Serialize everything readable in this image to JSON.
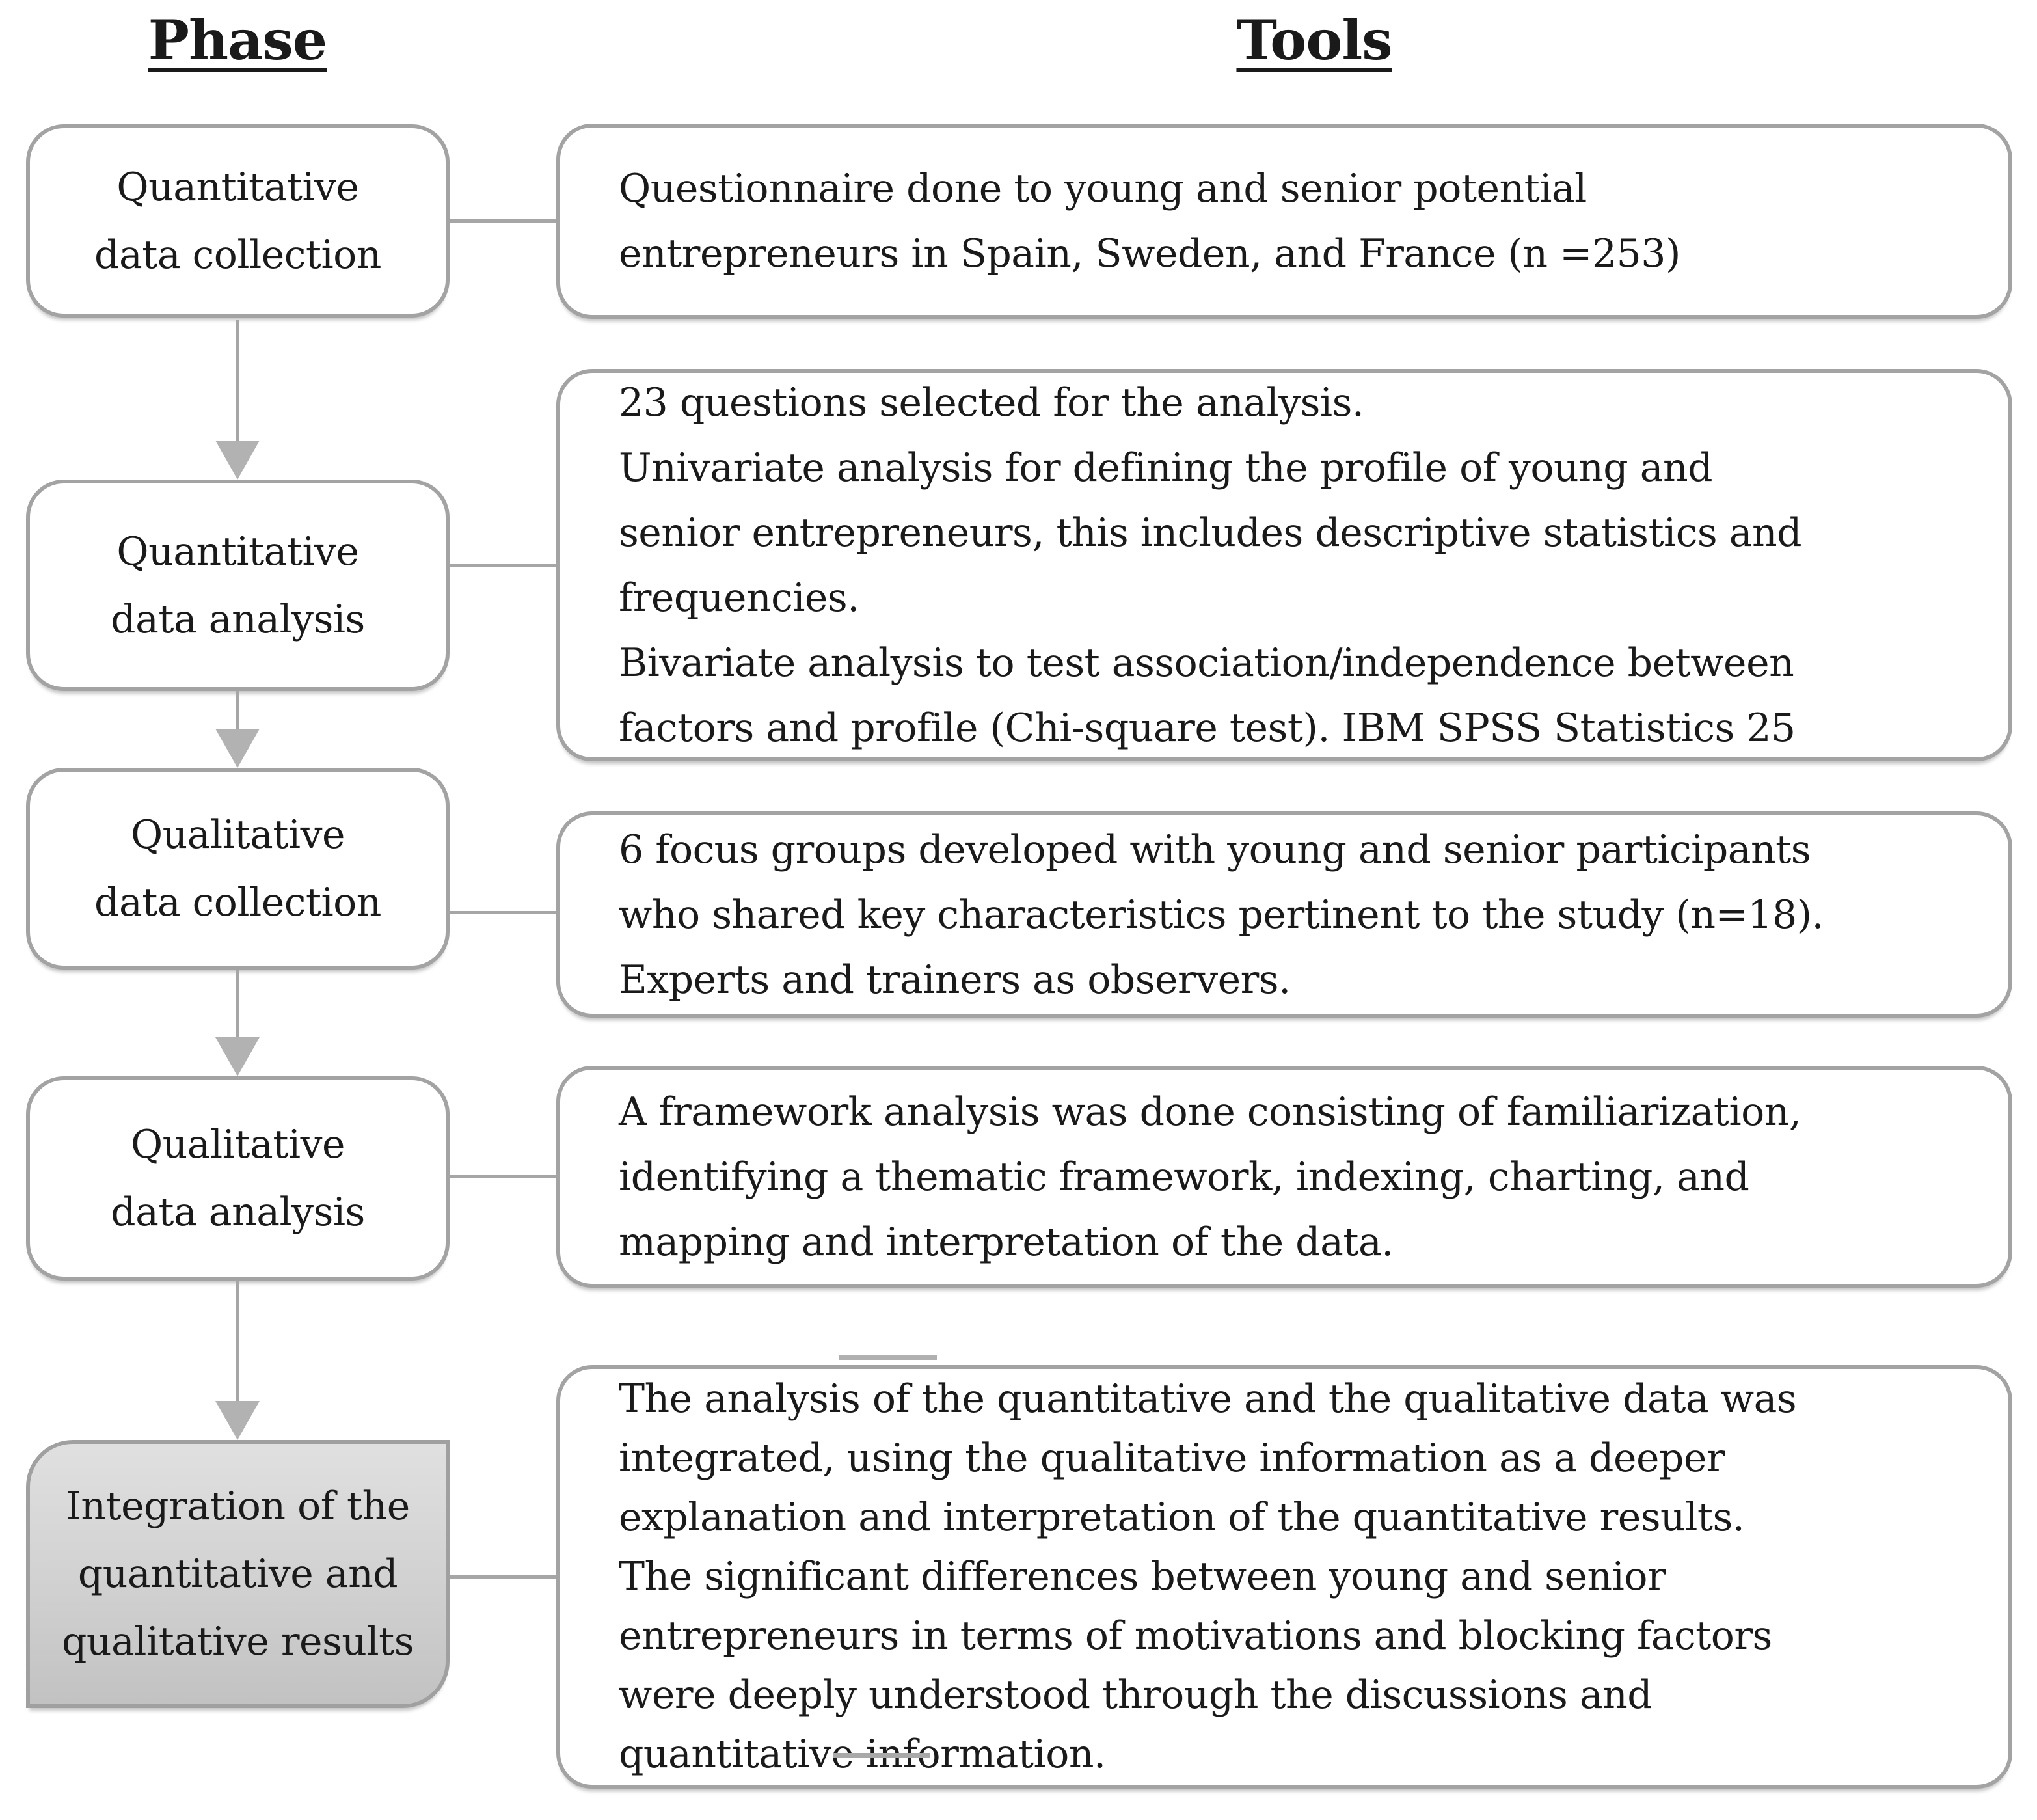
{
  "figure": {
    "column_headers": {
      "phase": "Phase",
      "tools": "Tools"
    }
  },
  "phases": [
    {
      "label_lines": [
        "Quantitative",
        "data collection"
      ]
    },
    {
      "label_lines": [
        "Quantitative",
        "data analysis"
      ]
    },
    {
      "label_lines": [
        "Qualitative",
        "data collection"
      ]
    },
    {
      "label_lines": [
        "Qualitative",
        "data analysis"
      ]
    },
    {
      "label_lines": [
        "Integration of the",
        "quantitative and",
        "qualitative results"
      ],
      "highlighted": true
    }
  ],
  "tools": [
    {
      "text_lines": [
        "Questionnaire done to young and senior potential",
        "entrepreneurs in Spain, Sweden, and France (n =253)"
      ]
    },
    {
      "text_lines": [
        "23 questions selected for the analysis.",
        "Univariate analysis for defining the profile of young and",
        "senior entrepreneurs, this includes descriptive statistics and",
        "frequencies.",
        "Bivariate analysis to test association/independence between",
        "factors and profile (Chi-square test). IBM SPSS Statistics 25"
      ]
    },
    {
      "text_lines": [
        "6 focus groups developed with young and senior participants",
        "who shared key characteristics pertinent to the study (n=18).",
        "Experts and trainers as observers."
      ]
    },
    {
      "text_lines": [
        "A framework analysis was done consisting of familiarization,",
        "identifying a thematic framework, indexing, charting, and",
        "mapping and interpretation of the data."
      ]
    },
    {
      "text_lines": [
        "The analysis of the quantitative and the qualitative data was",
        "integrated, using the qualitative information as a deeper",
        "explanation and interpretation of the quantitative results.",
        "The significant differences between young and senior",
        "entrepreneurs in terms of motivations and blocking factors",
        "were deeply understood through the discussions and",
        "quantitative information."
      ]
    }
  ],
  "colors": {
    "box_border_gray": "#a3a3a3",
    "connector_gray": "#a6a6a6",
    "arrowhead_gray": "#b2b2b2",
    "text_black": "#1a1a1a",
    "integration_fill_top": "#e0e0e0",
    "integration_fill_bottom": "#c2c2c2"
  }
}
